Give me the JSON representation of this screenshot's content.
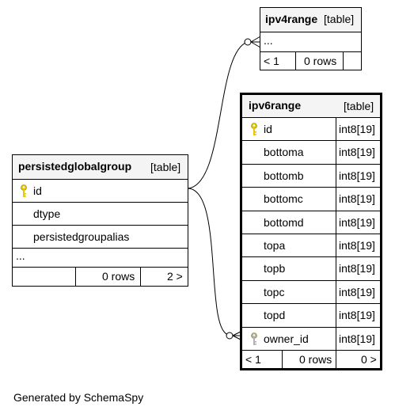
{
  "tables": {
    "ipv4range": {
      "name": "ipv4range",
      "type": "[table]",
      "ellipsis": "...",
      "parents": "< 1",
      "rows": "0 rows"
    },
    "ipv6range": {
      "name": "ipv6range",
      "type": "[table]",
      "columns": [
        {
          "name": "id",
          "type": "int8[19]",
          "key": "primary"
        },
        {
          "name": "bottoma",
          "type": "int8[19]"
        },
        {
          "name": "bottomb",
          "type": "int8[19]"
        },
        {
          "name": "bottomc",
          "type": "int8[19]"
        },
        {
          "name": "bottomd",
          "type": "int8[19]"
        },
        {
          "name": "topa",
          "type": "int8[19]"
        },
        {
          "name": "topb",
          "type": "int8[19]"
        },
        {
          "name": "topc",
          "type": "int8[19]"
        },
        {
          "name": "topd",
          "type": "int8[19]"
        },
        {
          "name": "owner_id",
          "type": "int8[19]",
          "key": "foreign"
        }
      ],
      "parents": "< 1",
      "rows": "0 rows",
      "children": "0 >"
    },
    "persistedglobalgroup": {
      "name": "persistedglobalgroup",
      "type": "[table]",
      "columns": [
        {
          "name": "id",
          "key": "primary"
        },
        {
          "name": "dtype"
        },
        {
          "name": "persistedgroupalias"
        }
      ],
      "ellipsis": "...",
      "rows": "0 rows",
      "children": "2 >"
    }
  },
  "colors": {
    "primary_key": "#e6c800",
    "foreign_key": "#b0b0b0",
    "header_bg": "#f4f4f4"
  },
  "footer": "Generated by SchemaSpy"
}
